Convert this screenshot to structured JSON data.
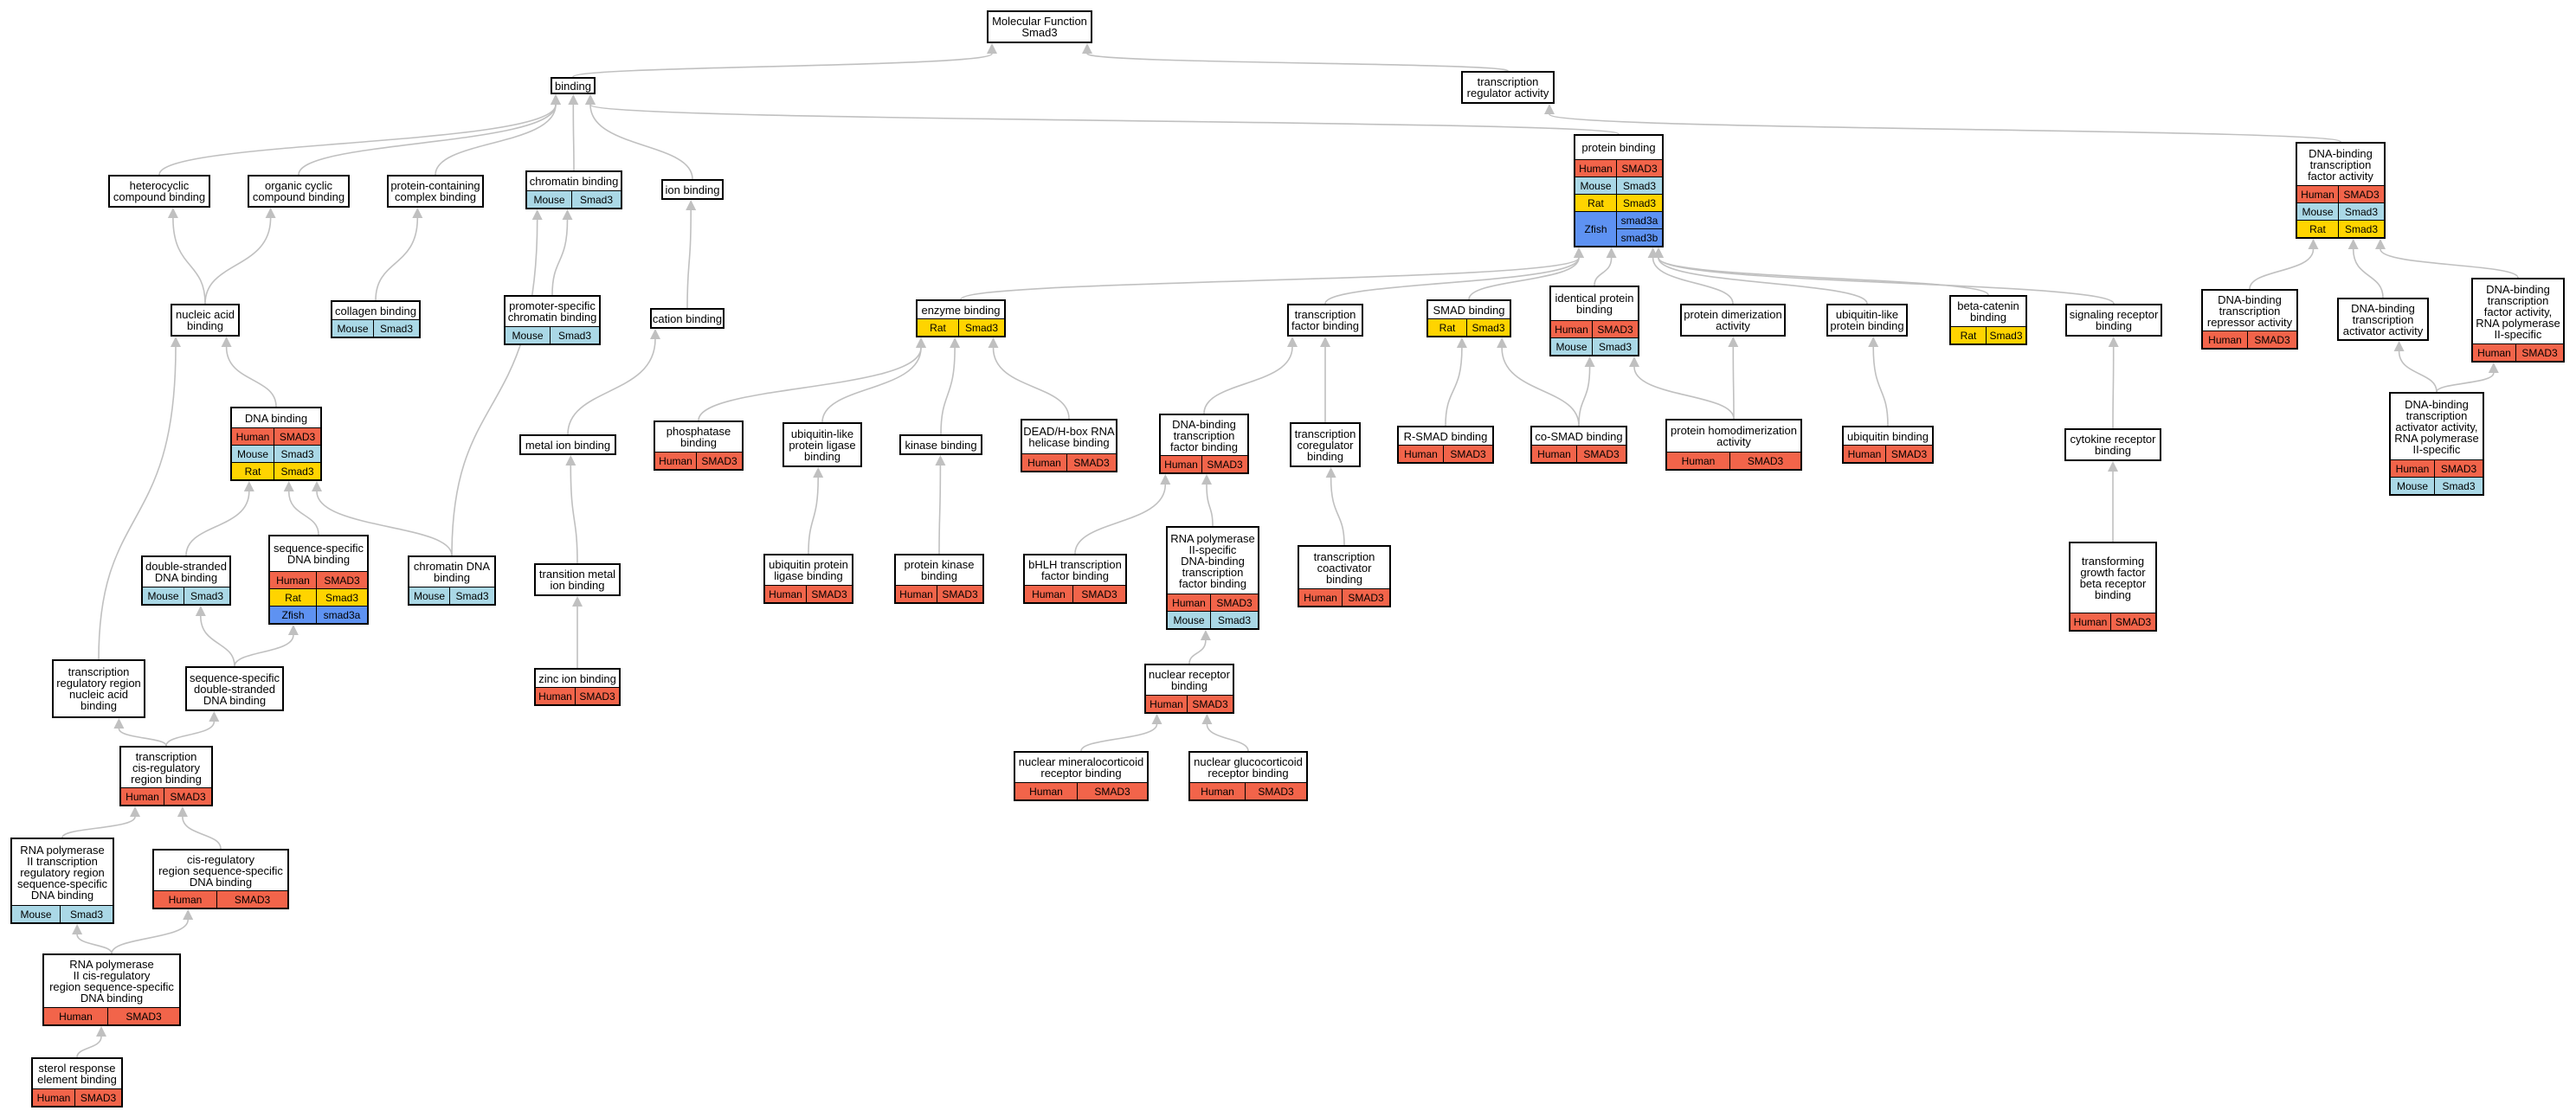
{
  "colors": {
    "edge": "#c0c0c0",
    "Human": "#f2644a",
    "Mouse": "#aad8e6",
    "Rat": "#ffd400",
    "Zfish": "#5e92f2"
  },
  "nodes": [
    {
      "id": "root",
      "label": "Molecular Function\nSmad3",
      "rows": []
    },
    {
      "id": "binding",
      "label": "binding",
      "rows": []
    },
    {
      "id": "tra",
      "label": "transcription\nregulator activity",
      "rows": []
    },
    {
      "id": "protbind",
      "label": "protein binding",
      "rows": [
        {
          "org": "Human",
          "gene": "SMAD3"
        },
        {
          "org": "Mouse",
          "gene": "Smad3"
        },
        {
          "org": "Rat",
          "gene": "Smad3"
        },
        {
          "org": "Zfish",
          "genes": [
            "smad3a",
            "smad3b"
          ]
        }
      ]
    },
    {
      "id": "dbtfa",
      "label": "DNA-binding\ntranscription\nfactor activity",
      "rows": [
        {
          "org": "Human",
          "gene": "SMAD3"
        },
        {
          "org": "Mouse",
          "gene": "Smad3"
        },
        {
          "org": "Rat",
          "gene": "Smad3"
        }
      ]
    },
    {
      "id": "hetero",
      "label": "heterocyclic\ncompound binding",
      "rows": []
    },
    {
      "id": "organic",
      "label": "organic cyclic\ncompound binding",
      "rows": []
    },
    {
      "id": "pccb",
      "label": "protein-containing\ncomplex binding",
      "rows": []
    },
    {
      "id": "chromb",
      "label": "chromatin binding",
      "rows": [
        {
          "org": "Mouse",
          "gene": "Smad3"
        }
      ]
    },
    {
      "id": "ionb",
      "label": "ion binding",
      "rows": []
    },
    {
      "id": "nucleic",
      "label": "nucleic acid\nbinding",
      "rows": []
    },
    {
      "id": "collagen",
      "label": "collagen binding",
      "rows": [
        {
          "org": "Mouse",
          "gene": "Smad3"
        }
      ]
    },
    {
      "id": "promchrom",
      "label": "promoter-specific\nchromatin binding",
      "rows": [
        {
          "org": "Mouse",
          "gene": "Smad3"
        }
      ]
    },
    {
      "id": "cation",
      "label": "cation binding",
      "rows": []
    },
    {
      "id": "enzyme",
      "label": "enzyme binding",
      "rows": [
        {
          "org": "Rat",
          "gene": "Smad3"
        }
      ]
    },
    {
      "id": "tfb",
      "label": "transcription\nfactor binding",
      "rows": []
    },
    {
      "id": "smadb",
      "label": "SMAD binding",
      "rows": [
        {
          "org": "Rat",
          "gene": "Smad3"
        }
      ]
    },
    {
      "id": "identical",
      "label": "identical protein\nbinding",
      "rows": [
        {
          "org": "Human",
          "gene": "SMAD3"
        },
        {
          "org": "Mouse",
          "gene": "Smad3"
        }
      ]
    },
    {
      "id": "dimer",
      "label": "protein dimerization\nactivity",
      "rows": []
    },
    {
      "id": "ublike",
      "label": "ubiquitin-like\nprotein binding",
      "rows": []
    },
    {
      "id": "betacat",
      "label": "beta-catenin\nbinding",
      "rows": [
        {
          "org": "Rat",
          "gene": "Smad3"
        }
      ]
    },
    {
      "id": "sigrec",
      "label": "signaling receptor\nbinding",
      "rows": []
    },
    {
      "id": "repressor",
      "label": "DNA-binding\ntranscription\nrepressor activity",
      "rows": [
        {
          "org": "Human",
          "gene": "SMAD3"
        }
      ]
    },
    {
      "id": "activator",
      "label": "DNA-binding\ntranscription\nactivator activity",
      "rows": []
    },
    {
      "id": "pol2spec",
      "label": "DNA-binding\ntranscription\nfactor activity,\nRNA polymerase\nII-specific",
      "rows": [
        {
          "org": "Human",
          "gene": "SMAD3"
        }
      ]
    },
    {
      "id": "dnab",
      "label": "DNA binding",
      "rows": [
        {
          "org": "Human",
          "gene": "SMAD3"
        },
        {
          "org": "Mouse",
          "gene": "Smad3"
        },
        {
          "org": "Rat",
          "gene": "Smad3"
        }
      ]
    },
    {
      "id": "metal",
      "label": "metal ion binding",
      "rows": []
    },
    {
      "id": "phosph",
      "label": "phosphatase\nbinding",
      "rows": [
        {
          "org": "Human",
          "gene": "SMAD3"
        }
      ]
    },
    {
      "id": "ubliglig",
      "label": "ubiquitin-like\nprotein ligase\nbinding",
      "rows": []
    },
    {
      "id": "kinase",
      "label": "kinase binding",
      "rows": []
    },
    {
      "id": "deadh",
      "label": "DEAD/H-box RNA\nhelicase binding",
      "rows": [
        {
          "org": "Human",
          "gene": "SMAD3"
        }
      ]
    },
    {
      "id": "dbtfb",
      "label": "DNA-binding\ntranscription\nfactor binding",
      "rows": [
        {
          "org": "Human",
          "gene": "SMAD3"
        }
      ]
    },
    {
      "id": "coreg",
      "label": "transcription\ncoregulator\nbinding",
      "rows": []
    },
    {
      "id": "rsmad",
      "label": "R-SMAD binding",
      "rows": [
        {
          "org": "Human",
          "gene": "SMAD3"
        }
      ]
    },
    {
      "id": "cosmad",
      "label": "co-SMAD binding",
      "rows": [
        {
          "org": "Human",
          "gene": "SMAD3"
        }
      ]
    },
    {
      "id": "homodimer",
      "label": "protein homodimerization\nactivity",
      "rows": [
        {
          "org": "Human",
          "gene": "SMAD3"
        }
      ]
    },
    {
      "id": "ubiq",
      "label": "ubiquitin binding",
      "rows": [
        {
          "org": "Human",
          "gene": "SMAD3"
        }
      ]
    },
    {
      "id": "cytorec",
      "label": "cytokine receptor\nbinding",
      "rows": []
    },
    {
      "id": "activpol2",
      "label": "DNA-binding\ntranscription\nactivator activity,\nRNA polymerase\nII-specific",
      "rows": [
        {
          "org": "Human",
          "gene": "SMAD3"
        },
        {
          "org": "Mouse",
          "gene": "Smad3"
        }
      ]
    },
    {
      "id": "seqspec",
      "label": "sequence-specific\nDNA binding",
      "rows": [
        {
          "org": "Human",
          "gene": "SMAD3"
        },
        {
          "org": "Rat",
          "gene": "Smad3"
        },
        {
          "org": "Zfish",
          "gene": "smad3a"
        }
      ]
    },
    {
      "id": "dsdna",
      "label": "double-stranded\nDNA binding",
      "rows": [
        {
          "org": "Mouse",
          "gene": "Smad3"
        }
      ]
    },
    {
      "id": "chromdna",
      "label": "chromatin DNA\nbinding",
      "rows": [
        {
          "org": "Mouse",
          "gene": "Smad3"
        }
      ]
    },
    {
      "id": "transmetal",
      "label": "transition metal\nion binding",
      "rows": []
    },
    {
      "id": "ubprotlig",
      "label": "ubiquitin protein\nligase binding",
      "rows": [
        {
          "org": "Human",
          "gene": "SMAD3"
        }
      ]
    },
    {
      "id": "protkin",
      "label": "protein kinase\nbinding",
      "rows": [
        {
          "org": "Human",
          "gene": "SMAD3"
        }
      ]
    },
    {
      "id": "bhlh",
      "label": "bHLH transcription\nfactor binding",
      "rows": [
        {
          "org": "Human",
          "gene": "SMAD3"
        }
      ]
    },
    {
      "id": "pol2dbtf",
      "label": "RNA polymerase\nII-specific\nDNA-binding\ntranscription\nfactor binding",
      "rows": [
        {
          "org": "Human",
          "gene": "SMAD3"
        },
        {
          "org": "Mouse",
          "gene": "Smad3"
        }
      ]
    },
    {
      "id": "coact",
      "label": "transcription\ncoactivator\nbinding",
      "rows": [
        {
          "org": "Human",
          "gene": "SMAD3"
        }
      ]
    },
    {
      "id": "tgfb",
      "label": "transforming\ngrowth factor\nbeta receptor\nbinding",
      "rows": [
        {
          "org": "Human",
          "gene": "SMAD3"
        }
      ]
    },
    {
      "id": "trrna",
      "label": "transcription\nregulatory region\nnucleic acid\nbinding",
      "rows": []
    },
    {
      "id": "ssdsdna",
      "label": "sequence-specific\ndouble-stranded\nDNA binding",
      "rows": []
    },
    {
      "id": "zinc",
      "label": "zinc ion binding",
      "rows": [
        {
          "org": "Human",
          "gene": "SMAD3"
        }
      ]
    },
    {
      "id": "nucrec",
      "label": "nuclear receptor\nbinding",
      "rows": [
        {
          "org": "Human",
          "gene": "SMAD3"
        }
      ]
    },
    {
      "id": "tcrrb",
      "label": "transcription\ncis-regulatory\nregion binding",
      "rows": [
        {
          "org": "Human",
          "gene": "SMAD3"
        }
      ]
    },
    {
      "id": "nmin",
      "label": "nuclear mineralocorticoid\nreceptor binding",
      "rows": [
        {
          "org": "Human",
          "gene": "SMAD3"
        }
      ]
    },
    {
      "id": "nglu",
      "label": "nuclear glucocorticoid\nreceptor binding",
      "rows": [
        {
          "org": "Human",
          "gene": "SMAD3"
        }
      ]
    },
    {
      "id": "pol2trr",
      "label": "RNA polymerase\nII transcription\nregulatory region\nsequence-specific\nDNA binding",
      "rows": [
        {
          "org": "Mouse",
          "gene": "Smad3"
        }
      ]
    },
    {
      "id": "cisreg",
      "label": "cis-regulatory\nregion sequence-specific\nDNA binding",
      "rows": [
        {
          "org": "Human",
          "gene": "SMAD3"
        }
      ]
    },
    {
      "id": "pol2cis",
      "label": "RNA polymerase\nII cis-regulatory\nregion sequence-specific\nDNA binding",
      "rows": [
        {
          "org": "Human",
          "gene": "SMAD3"
        }
      ]
    },
    {
      "id": "sterol",
      "label": "sterol response\nelement binding",
      "rows": [
        {
          "org": "Human",
          "gene": "SMAD3"
        }
      ]
    }
  ],
  "edges": [
    [
      "binding",
      "root"
    ],
    [
      "tra",
      "root"
    ],
    [
      "hetero",
      "binding"
    ],
    [
      "organic",
      "binding"
    ],
    [
      "pccb",
      "binding"
    ],
    [
      "chromb",
      "binding"
    ],
    [
      "ionb",
      "binding"
    ],
    [
      "protbind",
      "binding"
    ],
    [
      "dbtfa",
      "tra"
    ],
    [
      "nucleic",
      "hetero"
    ],
    [
      "nucleic",
      "organic"
    ],
    [
      "collagen",
      "pccb"
    ],
    [
      "chromdna",
      "chromb"
    ],
    [
      "promchrom",
      "chromb"
    ],
    [
      "cation",
      "ionb"
    ],
    [
      "metal",
      "cation"
    ],
    [
      "transmetal",
      "metal"
    ],
    [
      "zinc",
      "transmetal"
    ],
    [
      "dnab",
      "nucleic"
    ],
    [
      "seqspec",
      "dnab"
    ],
    [
      "dsdna",
      "dnab"
    ],
    [
      "chromdna",
      "dnab"
    ],
    [
      "trrna",
      "nucleic"
    ],
    [
      "ssdsdna",
      "dsdna"
    ],
    [
      "ssdsdna",
      "seqspec"
    ],
    [
      "tcrrb",
      "ssdsdna"
    ],
    [
      "tcrrb",
      "trrna"
    ],
    [
      "pol2trr",
      "tcrrb"
    ],
    [
      "cisreg",
      "tcrrb"
    ],
    [
      "pol2cis",
      "pol2trr"
    ],
    [
      "pol2cis",
      "cisreg"
    ],
    [
      "sterol",
      "pol2cis"
    ],
    [
      "enzyme",
      "protbind"
    ],
    [
      "tfb",
      "protbind"
    ],
    [
      "smadb",
      "protbind"
    ],
    [
      "identical",
      "protbind"
    ],
    [
      "dimer",
      "protbind"
    ],
    [
      "ublike",
      "protbind"
    ],
    [
      "betacat",
      "protbind"
    ],
    [
      "sigrec",
      "protbind"
    ],
    [
      "repressor",
      "dbtfa"
    ],
    [
      "activator",
      "dbtfa"
    ],
    [
      "pol2spec",
      "dbtfa"
    ],
    [
      "activpol2",
      "activator"
    ],
    [
      "activpol2",
      "pol2spec"
    ],
    [
      "phosph",
      "enzyme"
    ],
    [
      "ubliglig",
      "enzyme"
    ],
    [
      "kinase",
      "enzyme"
    ],
    [
      "deadh",
      "enzyme"
    ],
    [
      "ubprotlig",
      "ubliglig"
    ],
    [
      "protkin",
      "kinase"
    ],
    [
      "dbtfb",
      "tfb"
    ],
    [
      "coreg",
      "tfb"
    ],
    [
      "coact",
      "coreg"
    ],
    [
      "bhlh",
      "dbtfb"
    ],
    [
      "pol2dbtf",
      "dbtfb"
    ],
    [
      "nucrec",
      "pol2dbtf"
    ],
    [
      "nmin",
      "nucrec"
    ],
    [
      "nglu",
      "nucrec"
    ],
    [
      "rsmad",
      "smadb"
    ],
    [
      "cosmad",
      "smadb"
    ],
    [
      "cosmad",
      "identical"
    ],
    [
      "homodimer",
      "identical"
    ],
    [
      "homodimer",
      "dimer"
    ],
    [
      "ubiq",
      "ublike"
    ],
    [
      "cytorec",
      "sigrec"
    ],
    [
      "tgfb",
      "cytorec"
    ]
  ]
}
